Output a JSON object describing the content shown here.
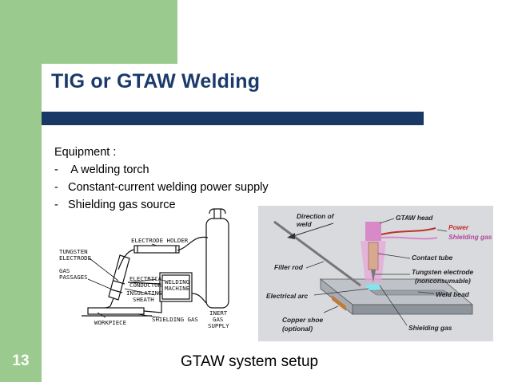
{
  "slide": {
    "title": "TIG or GTAW Welding",
    "number": "13",
    "caption": "GTAW system setup",
    "accent_color": "#9bca8f",
    "title_color": "#1b3a6b",
    "rule_color": "#1a3866"
  },
  "content": {
    "heading": "Equipment :",
    "items": [
      {
        "dash": "-",
        "text": " A welding torch"
      },
      {
        "dash": "-",
        "text": "Constant-current welding power supply"
      },
      {
        "dash": "-",
        "text": "Shielding gas source"
      }
    ]
  },
  "figure_left": {
    "labels": {
      "tungsten": "TUNGSTEN",
      "electrode": "ELECTRODE",
      "gas": "GAS",
      "passages": "PASSAGES",
      "electrode_holder": "ELECTRODE HOLDER",
      "electrical": "ELECTRICAL",
      "conductor": "CONDUCTOR",
      "insulating": "INSULATING",
      "sheath": "SHEATH",
      "welding": "WELDING",
      "machine": "MACHINE",
      "workpiece": "WORKPIECE",
      "shielding_gas": "SHIELDING GAS",
      "inert": "INERT",
      "gas2": "GAS",
      "supply": "SUPPLY"
    }
  },
  "figure_right": {
    "labels": {
      "direction": "Direction of",
      "weld": "weld",
      "gtaw_head": "GTAW head",
      "power": "Power",
      "shielding_gas_top": "Shielding gas",
      "filler_rod": "Filler rod",
      "contact_tube": "Contact tube",
      "tungsten_electrode": "Tungsten electrode",
      "nonconsumable": "(nonconsumable)",
      "electrical_arc": "Electrical arc",
      "weld_bead": "Weld bead",
      "copper_shoe": "Copper shoe",
      "optional": "(optional)",
      "shielding_gas_bottom": "Shielding gas"
    }
  }
}
